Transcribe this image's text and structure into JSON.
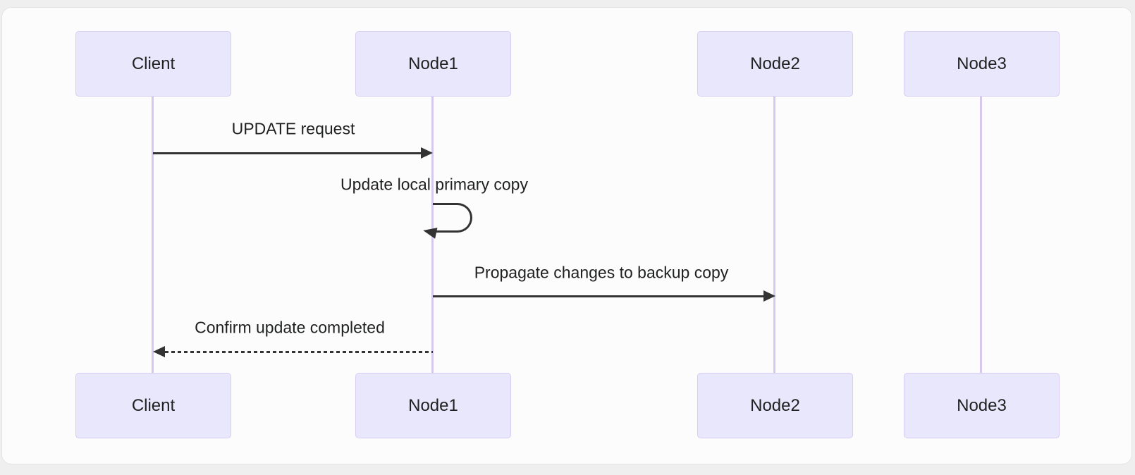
{
  "diagram": {
    "type": "sequence-diagram",
    "actors": [
      {
        "name": "Client"
      },
      {
        "name": "Node1"
      },
      {
        "name": "Node2"
      },
      {
        "name": "Node3"
      }
    ],
    "messages": [
      {
        "from": "Client",
        "to": "Node1",
        "label": "UPDATE request",
        "style": "solid-arrow"
      },
      {
        "from": "Node1",
        "to": "Node1",
        "label": "Update local primary copy",
        "style": "self-loop"
      },
      {
        "from": "Node1",
        "to": "Node2",
        "label": "Propagate changes to backup copy",
        "style": "solid-arrow"
      },
      {
        "from": "Node1",
        "to": "Client",
        "label": "Confirm update completed",
        "style": "dashed-arrow"
      }
    ],
    "colors": {
      "page_bg": "#efeff0",
      "panel_bg": "#fcfcfd",
      "panel_border": "#e3e3e6",
      "actor_fill": "#e9e7fc",
      "actor_border": "#d8cdf2",
      "lifeline": "#d6c9ef",
      "arrow": "#333333",
      "text": "#1f2020"
    }
  }
}
